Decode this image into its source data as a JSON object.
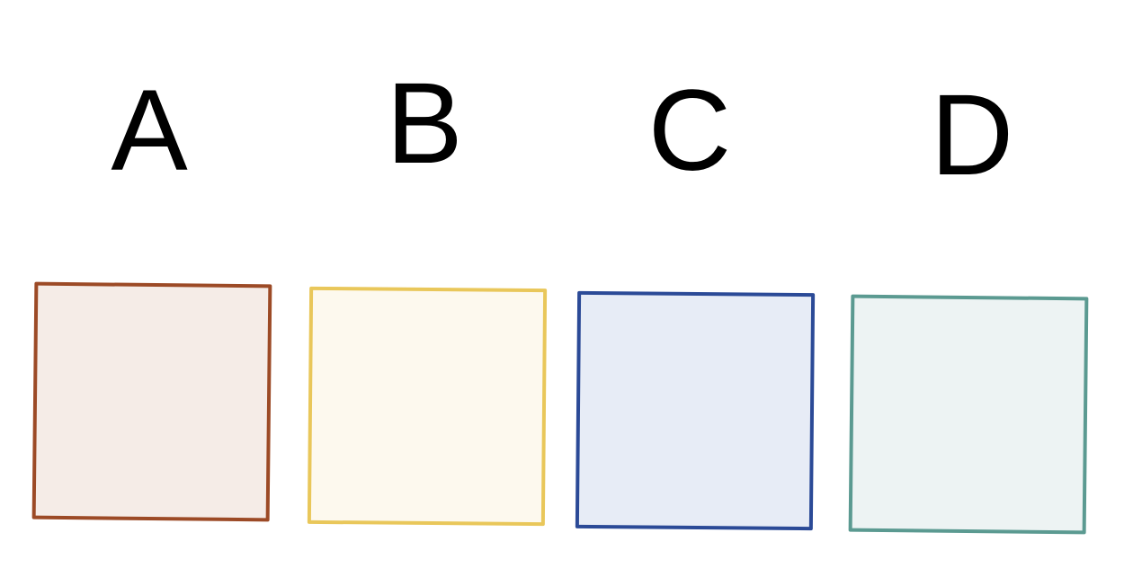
{
  "options": [
    {
      "letter": "A",
      "border_color": "#9C4A26",
      "fill_color": "#F5ECE7"
    },
    {
      "letter": "B",
      "border_color": "#E9C75A",
      "fill_color": "#FDF9EE"
    },
    {
      "letter": "C",
      "border_color": "#2B4A97",
      "fill_color": "#E7ECF6"
    },
    {
      "letter": "D",
      "border_color": "#5B9A91",
      "fill_color": "#EDF3F3"
    }
  ]
}
